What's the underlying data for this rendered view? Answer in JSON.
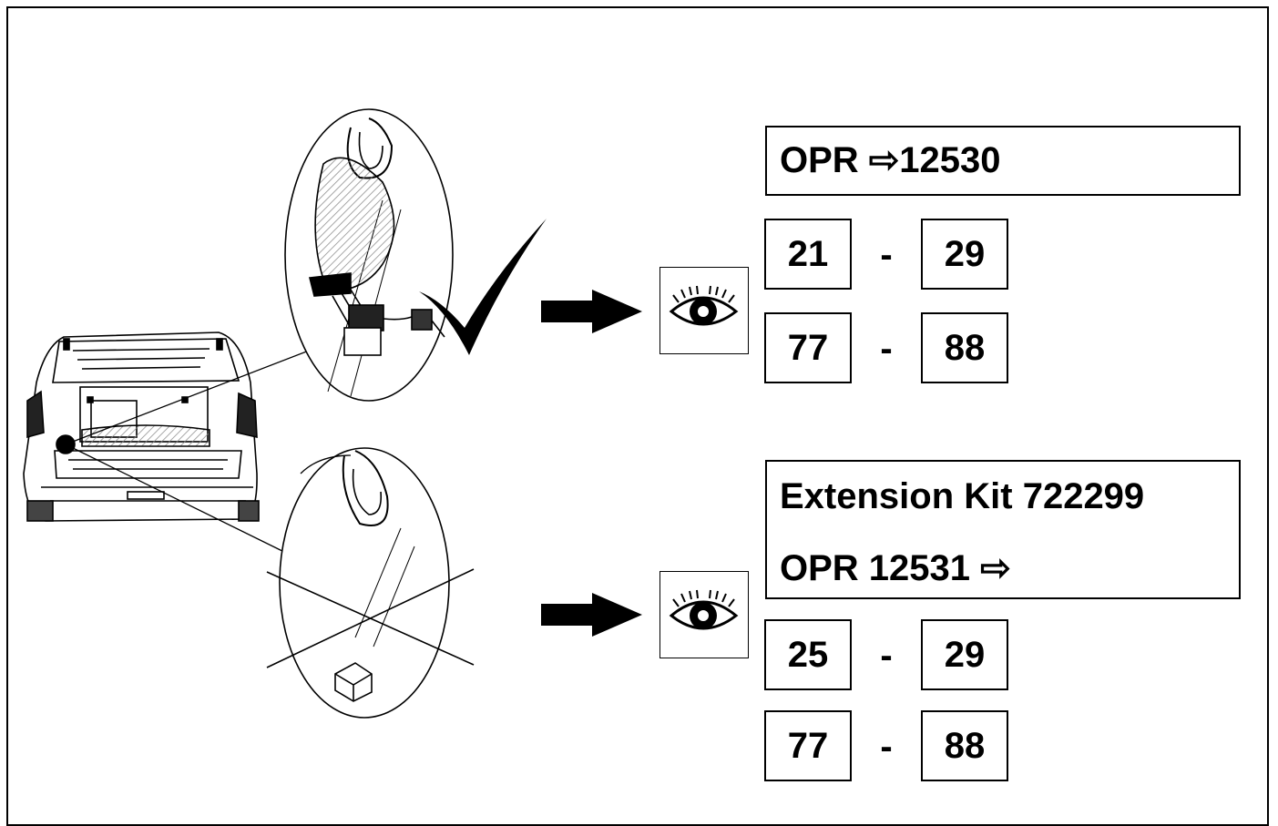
{
  "upper": {
    "title": "OPR ⇨12530",
    "ranges": [
      {
        "from": "21",
        "sep": "-",
        "to": "29"
      },
      {
        "from": "77",
        "sep": "-",
        "to": "88"
      }
    ]
  },
  "lower": {
    "title_line1": "Extension Kit 722299",
    "title_line2": "OPR 12531 ⇨",
    "ranges": [
      {
        "from": "25",
        "sep": "-",
        "to": "29"
      },
      {
        "from": "77",
        "sep": "-",
        "to": "88"
      }
    ]
  },
  "icons": [
    "car-rear-icon",
    "connector-detail-icon",
    "checkmark-icon",
    "cross-icon",
    "arrow-right-icon",
    "eye-icon"
  ]
}
